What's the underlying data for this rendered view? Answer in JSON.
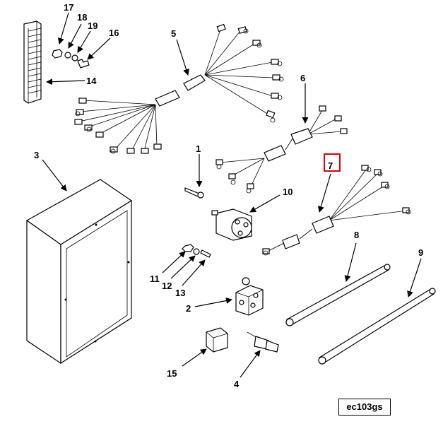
{
  "callouts": {
    "c1": "1",
    "c2": "2",
    "c3": "3",
    "c4": "4",
    "c5": "5",
    "c6": "6",
    "c7": "7",
    "c8": "8",
    "c9": "9",
    "c10": "10",
    "c11": "11",
    "c12": "12",
    "c13": "13",
    "c14": "14",
    "c15": "15",
    "c16": "16",
    "c17": "17",
    "c18": "18",
    "c19": "19"
  },
  "highlighted_callout": "7",
  "highlight_color": "#e00000",
  "figure_code": "ec103gs"
}
